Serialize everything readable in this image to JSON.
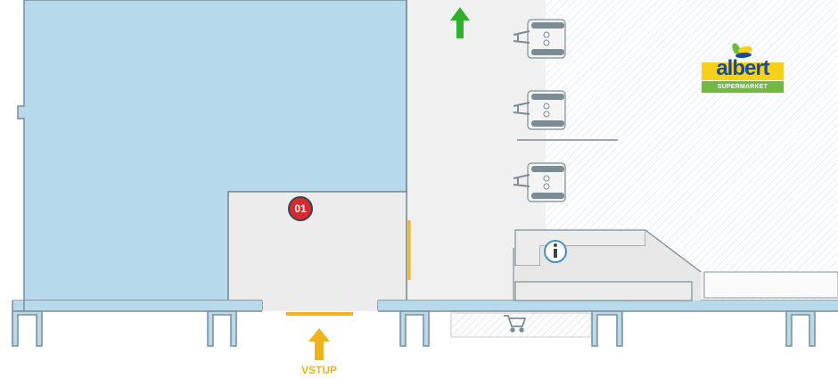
{
  "map": {
    "entrance_label": "VSTUP",
    "store_number": "01",
    "logo_name": "albert",
    "logo_tagline": "SUPERMARKET"
  },
  "icons": [
    "arrow-up-icon",
    "info-icon",
    "shopping-cart-icon",
    "escalator-icon"
  ],
  "colors": {
    "store_fill": "#b6d9ec",
    "corridor_fill": "#f0f0f0",
    "wall_stroke": "#7c8c97",
    "entrance_yellow": "#f2b21b",
    "exit_green": "#2fb12d",
    "badge_red": "#d72a2e",
    "logo_blue": "#1c4a9a",
    "logo_yellow": "#f7d117",
    "logo_green": "#6fba3f"
  }
}
